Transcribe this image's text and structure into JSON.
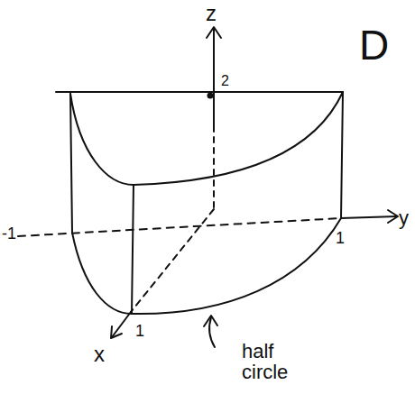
{
  "diagram": {
    "labels": [
      "z",
      "2",
      "D",
      "-1",
      "1",
      "y",
      "1",
      "x",
      "half circle"
    ]
  }
}
